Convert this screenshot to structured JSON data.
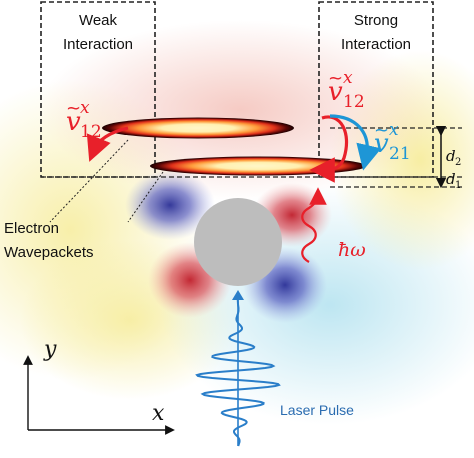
{
  "boxes": {
    "weak_line1": "Weak",
    "weak_line2": "Interaction",
    "strong_line1": "Strong",
    "strong_line2": "Interaction"
  },
  "symbols": {
    "v12_left": {
      "base": "v",
      "sub": "12",
      "sup": "x"
    },
    "v12_right": {
      "base": "v",
      "sub": "12",
      "sup": "x"
    },
    "v21_right": {
      "base": "v",
      "sub": "21",
      "sup": "x"
    },
    "d2": {
      "base": "d",
      "sub": "2"
    },
    "d1": {
      "base": "d",
      "sub": "1"
    },
    "photon": "ħω"
  },
  "labels": {
    "electron_line1": "Electron",
    "electron_line2": "Wavepackets",
    "laser": "Laser Pulse"
  },
  "axes": {
    "y": "y",
    "x": "x"
  },
  "colors": {
    "red_arrow": "#e8202a",
    "blue_arrow": "#1e96d6",
    "laser_wave": "#2a7ec9",
    "laser_text": "#2a6cb0",
    "sphere": "#bdbdbd",
    "packet_dark": "#1a0000",
    "packet_hot": "#ff5a10",
    "packet_core": "#fff6c8"
  },
  "icons": {
    "v12_left_arrow": "curved-arrow-icon",
    "v12_right_arrow": "curved-arrow-icon",
    "v21_arrow": "curved-arrow-icon",
    "photon_wave": "wavy-arrow-icon"
  }
}
